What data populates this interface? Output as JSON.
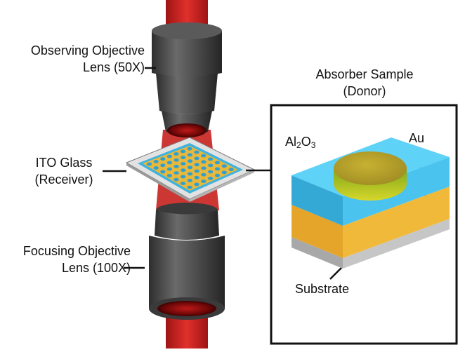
{
  "labels": {
    "observing_line1": "Observing Objective",
    "observing_line2": "Lens (50X)",
    "ito_line1": "ITO Glass",
    "ito_line2": "(Receiver)",
    "focusing_line1": "Focusing Objective",
    "focusing_line2": "Lens (100X)",
    "absorber_line1": "Absorber Sample",
    "absorber_line2": "(Donor)",
    "al_prefix": "Al",
    "al_sub1": "2",
    "al_mid": "O",
    "al_sub2": "3",
    "au": "Au",
    "substrate": "Substrate"
  },
  "colors": {
    "laser": "#c4201d",
    "lens_body": "#4a4a4a",
    "al2o3": "#3cbfe8",
    "gold": "#f0b93a",
    "substrate": "#bfbfbf",
    "disk": "#b9a52b"
  }
}
